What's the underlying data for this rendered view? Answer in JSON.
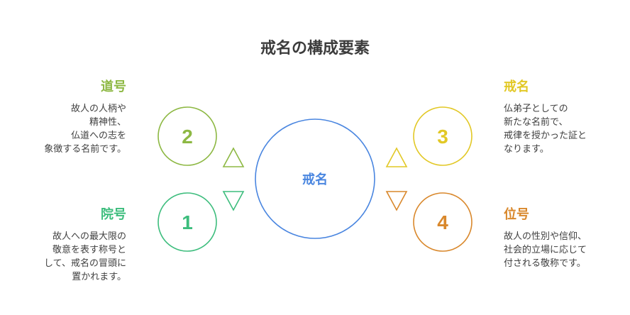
{
  "title": "戒名の構成要素",
  "center": {
    "label": "戒名",
    "color": "#4a86e0"
  },
  "items": [
    {
      "number": "2",
      "heading": "道号",
      "color": "#8db843",
      "lines": [
        "故人の人柄や",
        "精神性、",
        "仏道への志を",
        "象徴する名前です。"
      ]
    },
    {
      "number": "1",
      "heading": "院号",
      "color": "#3dbd7d",
      "lines": [
        "故人への最大限の",
        "敬意を表す称号と",
        "して、戒名の冒頭に",
        "置かれます。"
      ]
    },
    {
      "number": "3",
      "heading": "戒名",
      "color": "#e2c826",
      "lines": [
        "仏弟子としての",
        "新たな名前で、",
        "戒律を授かった証と",
        "なります。"
      ]
    },
    {
      "number": "4",
      "heading": "位号",
      "color": "#d9882c",
      "lines": [
        "故人の性別や信仰、",
        "社会的立場に応じて",
        "付される敬称です。"
      ]
    }
  ]
}
